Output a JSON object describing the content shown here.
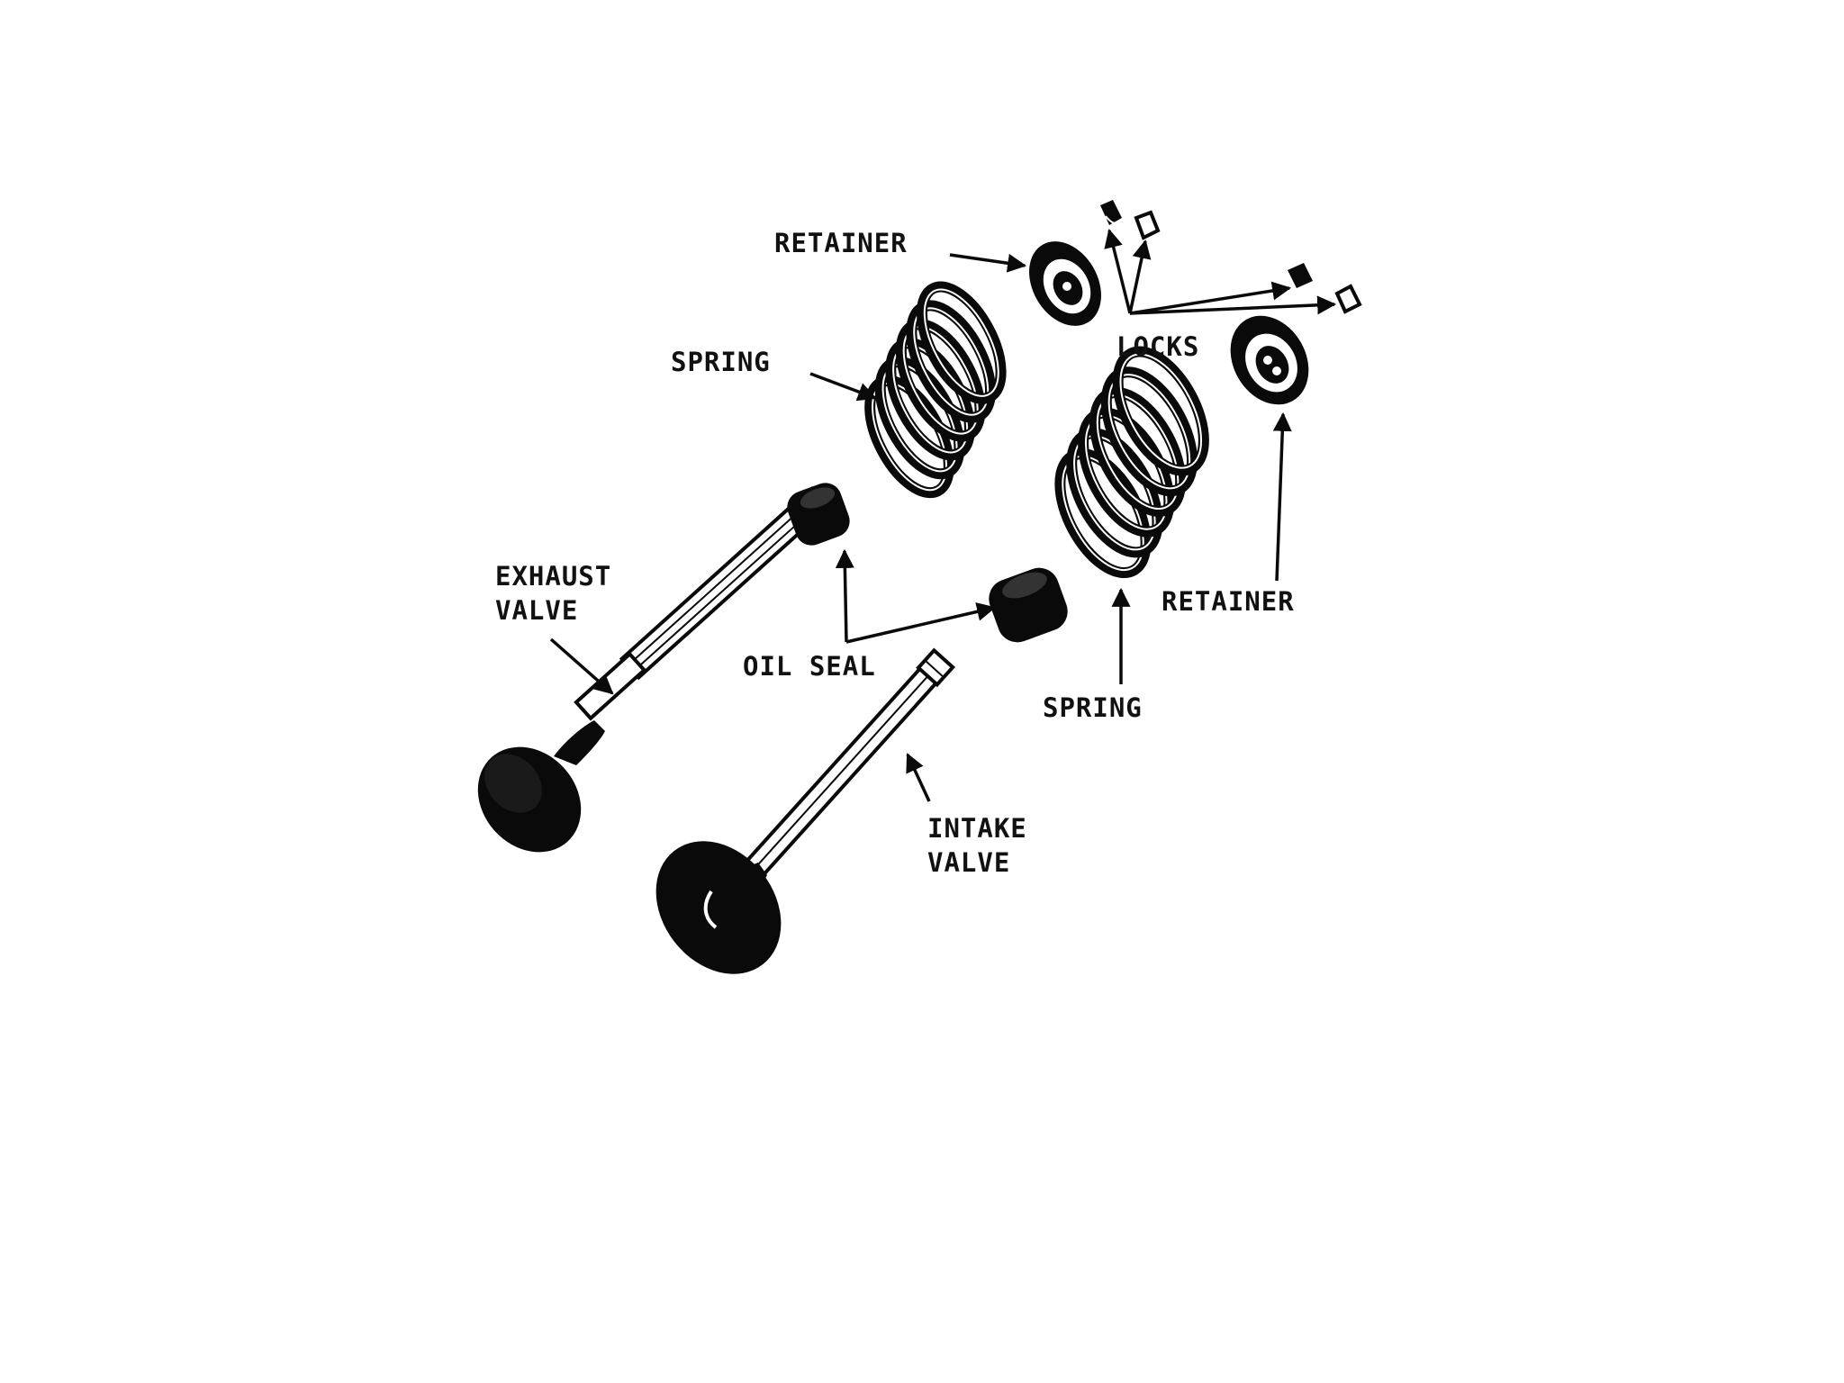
{
  "labels": {
    "retainer_top": "RETAINER",
    "locks": "LOCKS",
    "spring_top": "SPRING",
    "exhaust_line1": "EXHAUST",
    "exhaust_line2": "VALVE",
    "oil_seal": "OIL SEAL",
    "retainer_right": "RETAINER",
    "spring_bottom": "SPRING",
    "intake_line1": "INTAKE",
    "intake_line2": "VALVE"
  },
  "parts": {
    "spring_coils": 6
  },
  "colors": {
    "ink": "#0a0a0a",
    "paper": "#ffffff"
  }
}
